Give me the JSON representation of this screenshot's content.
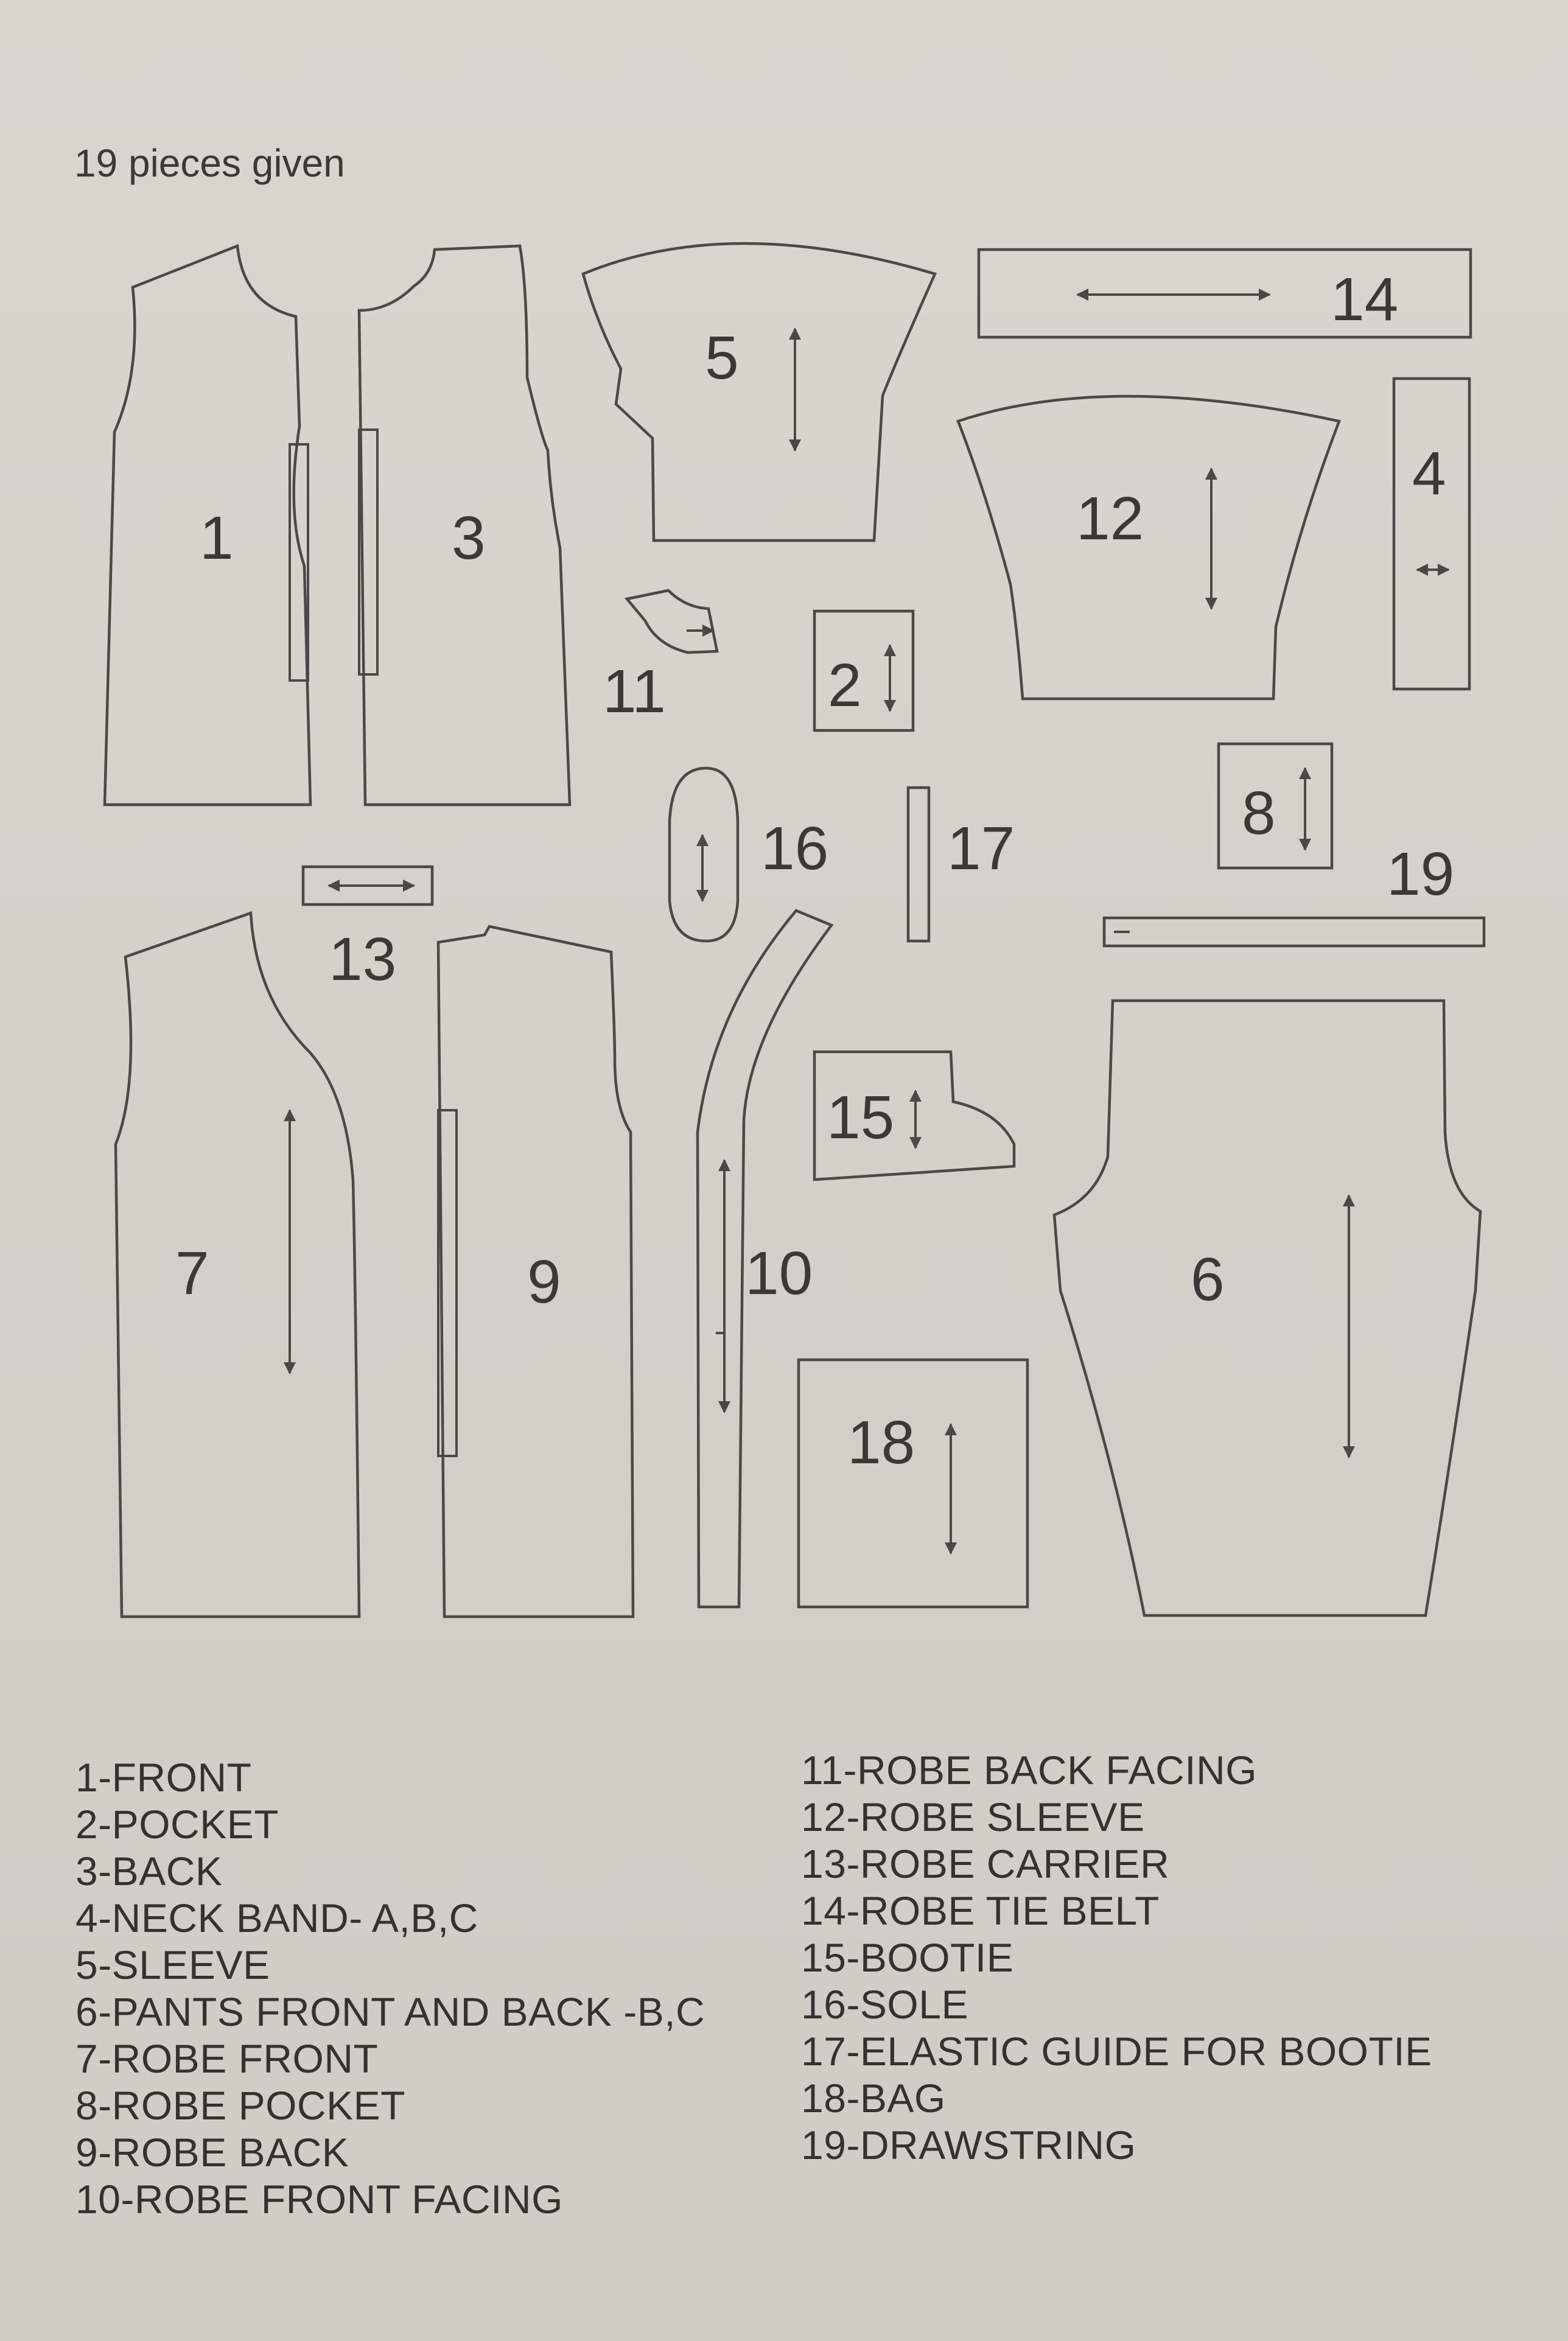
{
  "header": {
    "text": "19 pieces given"
  },
  "pieces": [
    {
      "id": "1",
      "label": "1"
    },
    {
      "id": "2",
      "label": "2"
    },
    {
      "id": "3",
      "label": "3"
    },
    {
      "id": "4",
      "label": "4"
    },
    {
      "id": "5",
      "label": "5"
    },
    {
      "id": "6",
      "label": "6"
    },
    {
      "id": "7",
      "label": "7"
    },
    {
      "id": "8",
      "label": "8"
    },
    {
      "id": "9",
      "label": "9"
    },
    {
      "id": "10",
      "label": "10"
    },
    {
      "id": "11",
      "label": "11"
    },
    {
      "id": "12",
      "label": "12"
    },
    {
      "id": "13",
      "label": "13"
    },
    {
      "id": "14",
      "label": "14"
    },
    {
      "id": "15",
      "label": "15"
    },
    {
      "id": "16",
      "label": "16"
    },
    {
      "id": "17",
      "label": "17"
    },
    {
      "id": "18",
      "label": "18"
    },
    {
      "id": "19",
      "label": "19"
    }
  ],
  "legend": {
    "left": [
      "1-FRONT",
      "2-POCKET",
      "3-BACK",
      "4-NECK BAND- A,B,C",
      "5-SLEEVE",
      "6-PANTS FRONT AND BACK -B,C",
      "7-ROBE FRONT",
      "8-ROBE POCKET",
      "9-ROBE BACK",
      "10-ROBE FRONT FACING"
    ],
    "right": [
      "11-ROBE BACK FACING",
      "12-ROBE SLEEVE",
      "13-ROBE CARRIER",
      "14-ROBE TIE BELT",
      "15-BOOTIE",
      "16-SOLE",
      "17-ELASTIC GUIDE FOR BOOTIE",
      "18-BAG",
      "19-DRAWSTRING"
    ]
  }
}
